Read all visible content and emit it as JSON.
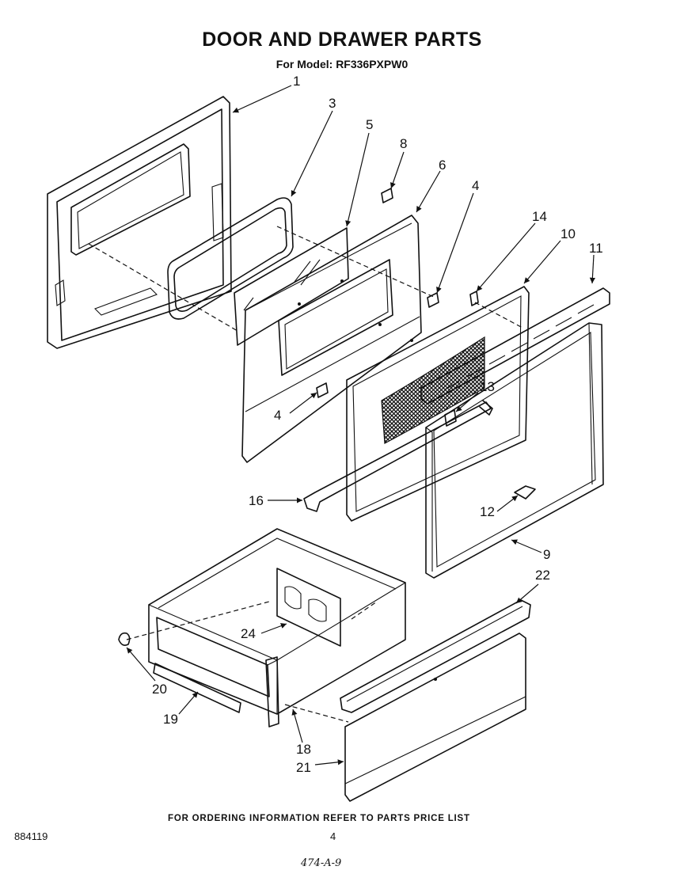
{
  "header": {
    "title": "DOOR AND DRAWER PARTS",
    "subtitle": "For Model: RF336PXPW0"
  },
  "callouts": [
    "1",
    "3",
    "5",
    "8",
    "6",
    "4",
    "14",
    "10",
    "11",
    "13",
    "4",
    "16",
    "12",
    "9",
    "22",
    "24",
    "20",
    "19",
    "18",
    "21"
  ],
  "footer": {
    "ordering_note": "FOR ORDERING INFORMATION REFER TO PARTS PRICE LIST",
    "doc_number": "884119",
    "page_number": "4",
    "handwritten": "474-A-9"
  }
}
